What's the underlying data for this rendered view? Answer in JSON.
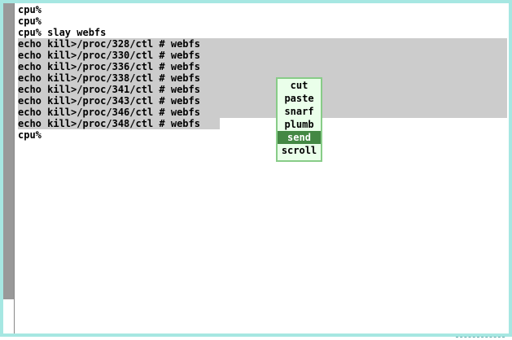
{
  "terminal": {
    "lines": [
      "cpu%",
      "cpu%",
      "cpu% slay webfs",
      "echo kill>/proc/328/ctl # webfs",
      "echo kill>/proc/330/ctl # webfs",
      "echo kill>/proc/336/ctl # webfs",
      "echo kill>/proc/338/ctl # webfs",
      "echo kill>/proc/341/ctl # webfs",
      "echo kill>/proc/343/ctl # webfs",
      "echo kill>/proc/346/ctl # webfs",
      "echo kill>/proc/348/ctl # webfs",
      "cpu%"
    ]
  },
  "menu": {
    "items": [
      "cut",
      "paste",
      "snarf",
      "plumb",
      "send",
      "scroll"
    ],
    "selected": "send"
  },
  "colors": {
    "window_border": "#a6e7e2",
    "selection": "#cccccc",
    "menu_background": "#eaffea",
    "menu_border": "#88cc88",
    "menu_selected": "#448844",
    "scroll_thumb": "#999999"
  }
}
